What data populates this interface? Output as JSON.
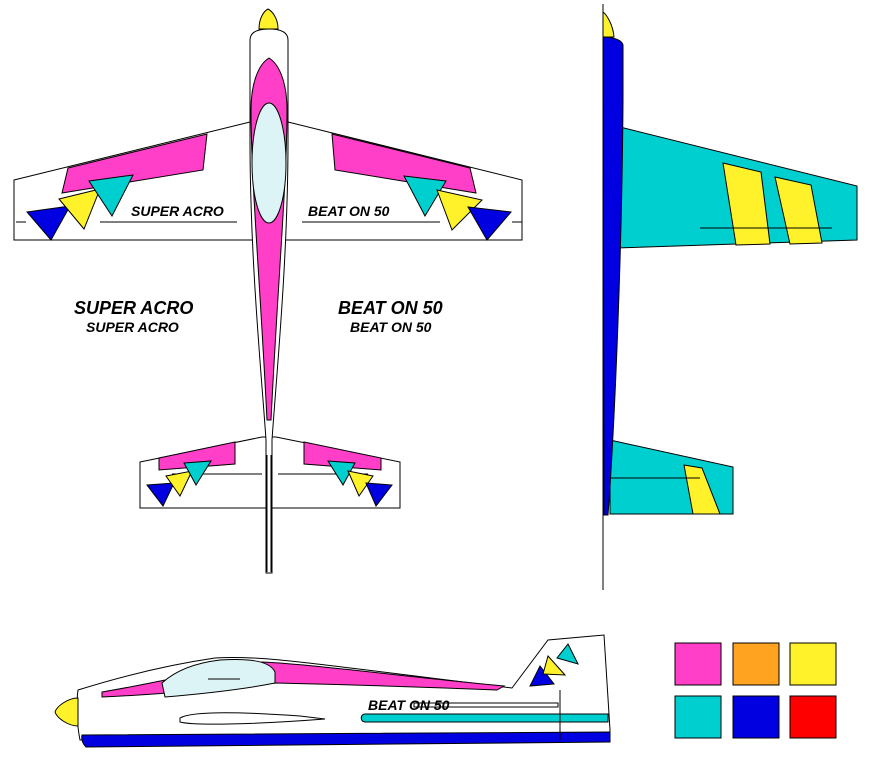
{
  "labels": {
    "top_wing_left": "SUPER ACRO",
    "top_wing_right": "BEAT ON 50",
    "big_left": "SUPER ACRO",
    "small_left": "SUPER ACRO",
    "big_right": "BEAT ON 50",
    "small_right": "BEAT ON 50",
    "side_fuselage": "BEAT ON 50"
  },
  "colors": {
    "magenta": "#FF3FC8",
    "orange": "#FFA320",
    "yellow": "#FFF22B",
    "cyan": "#00CFCF",
    "blue": "#0000E0",
    "red": "#FF0000",
    "canopy": "#DDF4F6",
    "outline": "#000000"
  },
  "swatches": [
    {
      "name": "magenta",
      "color": "#FF3FC8"
    },
    {
      "name": "orange",
      "color": "#FFA320"
    },
    {
      "name": "yellow",
      "color": "#FFF22B"
    },
    {
      "name": "cyan",
      "color": "#00CFCF"
    },
    {
      "name": "blue",
      "color": "#0000E0"
    },
    {
      "name": "red",
      "color": "#FF0000"
    }
  ]
}
